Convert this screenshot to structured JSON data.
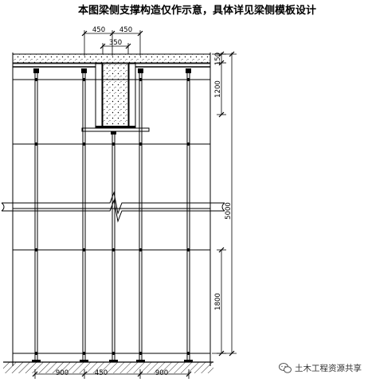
{
  "title": "本图梁侧支撑构造仅作示意，具体详见梁侧模板设计",
  "dims": {
    "top_left": "450",
    "top_right": "450",
    "beam_width": "350",
    "slab_thickness": "150",
    "top_step": "1200",
    "total_height": "5000",
    "lower_step": "1800",
    "bottom_left": "900",
    "bottom_mid": "450",
    "bottom_right": "900"
  },
  "watermark": {
    "icon": "wechat-icon",
    "text": "土木工程资源共享"
  },
  "colors": {
    "line": "#000000",
    "accent": "#666666"
  }
}
